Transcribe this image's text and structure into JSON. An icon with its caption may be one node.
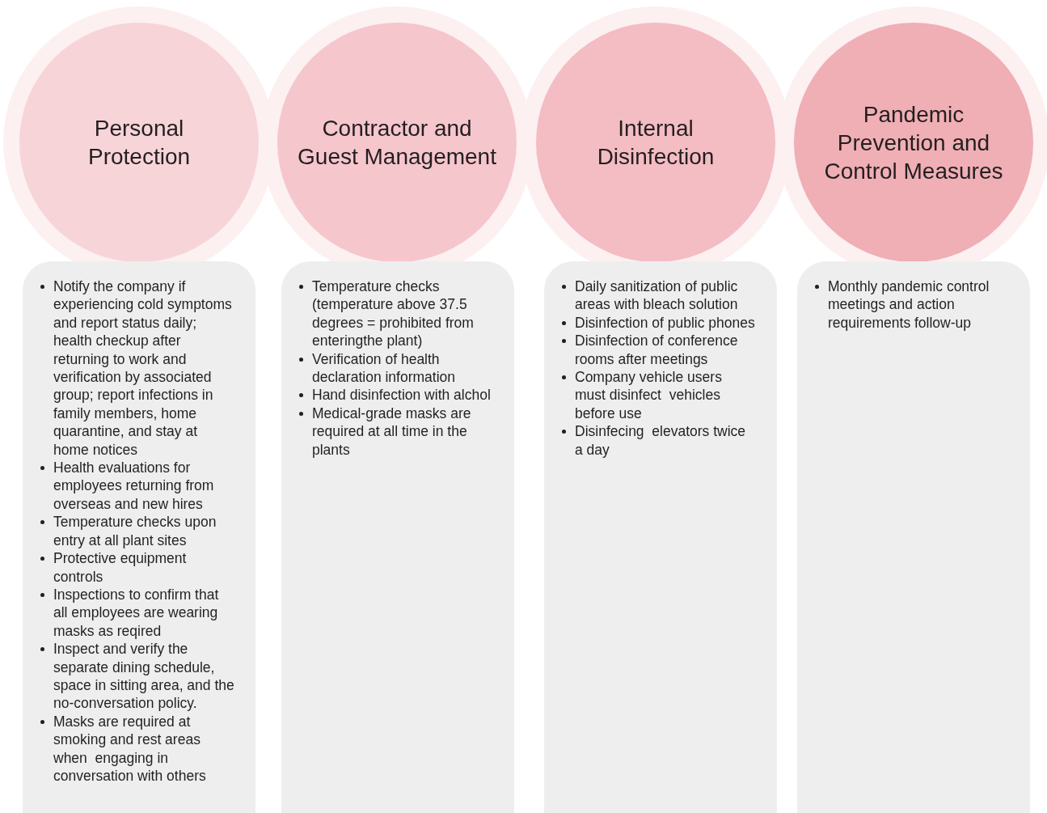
{
  "diagram": {
    "nodes": [
      {
        "text": [
          "Personal Protection"
        ]
      },
      {
        "text": [
          "Contractor and Guest Management"
        ]
      },
      {
        "text": [
          "Internal Disinfection"
        ]
      },
      {
        "text": [
          "Pandemic Prevention and Control Measures"
        ]
      },
      {
        "text": [
          "Notify the company if experiencing cold symptoms and report status daily; health checkup after returning to work and verification by associated group; report infections in family members, home quarantine, and stay at home notices",
          "Health evaluations for employees returning from overseas and new hires",
          "Temperature checks upon entry at all plant sites",
          "Protective equipment controls",
          "Inspections to confirm that all employees are wearing masks as reqired",
          "Inspect and verify the separate dining schedule, space in sitting area, and the no-conversation policy.",
          "Masks are required at smoking and rest areas when  engaging in conversation with others"
        ]
      },
      {
        "text": [
          "Temperature checks (temperature above 37.5 degrees = prohibited from enteringthe plant)",
          "Verification of health declaration information",
          "Hand disinfection with alchol",
          "Medical-grade masks are required at all time in the plants"
        ]
      },
      {
        "text": [
          "Daily sanitization of public areas with bleach solution",
          "Disinfection of public phones",
          "Disinfection of conference rooms after meetings",
          "Company vehicle users must disinfect  vehicles before use",
          "Disinfecing  elevators twice a day"
        ]
      },
      {
        "text": [
          "Monthly pandemic control meetings and action requirements follow-up"
        ]
      }
    ]
  }
}
